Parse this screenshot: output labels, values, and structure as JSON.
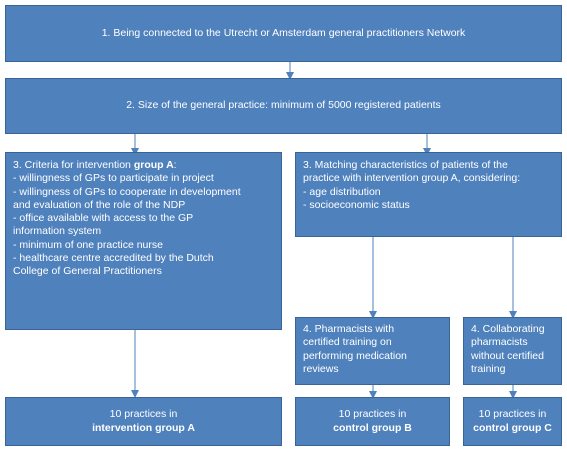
{
  "box1": {
    "text": "1. Being connected to the Utrecht or Amsterdam general practitioners Network"
  },
  "box2": {
    "text": "2. Size of the general practice: minimum of 5000 registered patients"
  },
  "box3a": {
    "title_prefix": "3. Criteria for intervention ",
    "title_bold": "group A",
    "title_suffix": ":",
    "items": [
      "- willingness of GPs to participate in project",
      "- willingness of GPs to cooperate in development",
      "and evaluation of the role of the NDP",
      "- office available with access to the GP",
      "information system",
      "- minimum of one practice nurse",
      "- healthcare centre accredited by the Dutch",
      "College of General Practitioners"
    ]
  },
  "box3b": {
    "lines": [
      "3. Matching characteristics of patients of the",
      "practice with intervention group A, considering:",
      "- age distribution",
      "- socioeconomic status"
    ]
  },
  "box4b": {
    "lines": [
      "4. Pharmacists with",
      "certified training on",
      "performing medication",
      "reviews"
    ]
  },
  "box4c": {
    "lines": [
      "4. Collaborating",
      "pharmacists",
      "without certified",
      "training"
    ]
  },
  "resultA": {
    "line1": "10 practices in",
    "line2": "intervention group A"
  },
  "resultB": {
    "line1": "10 practices in",
    "line2": "control group B"
  },
  "resultC": {
    "line1": "10 practices in",
    "line2": "control group C"
  },
  "colors": {
    "box_fill": "#4f81bd",
    "arrow": "#4f81bd"
  }
}
